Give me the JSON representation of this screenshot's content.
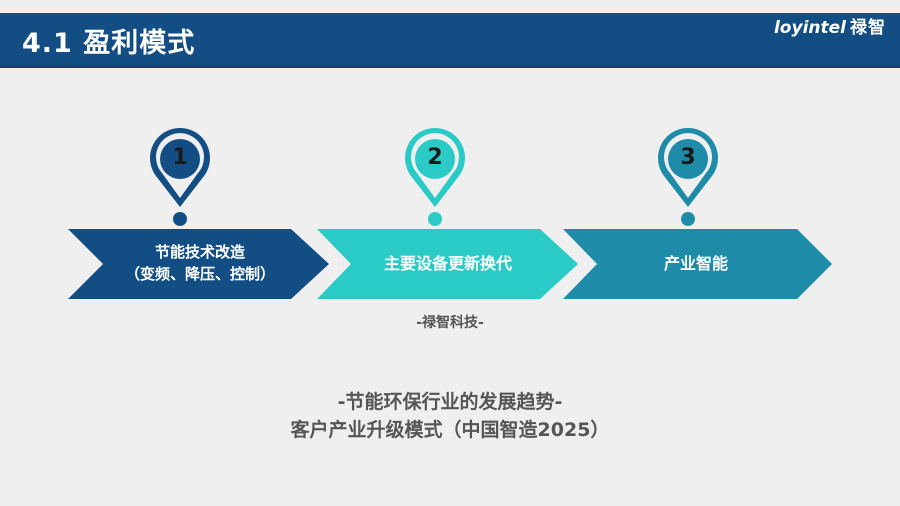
{
  "header": {
    "title": "4.1 盈利模式",
    "brand_latin": "loyintel",
    "brand_cn": "禄智"
  },
  "colors": {
    "header_bg": "#124e84",
    "step1": "#124e84",
    "step2": "#2acbc6",
    "step3": "#1e8ba8",
    "background": "#efefef",
    "caption_text": "#555555"
  },
  "steps": [
    {
      "number": "1",
      "label_line1": "节能技术改造",
      "label_line2": "（变频、降压、控制）",
      "icon": "map-pin-icon"
    },
    {
      "number": "2",
      "label_line1": "主要设备更新换代",
      "label_line2": "",
      "icon": "map-pin-icon"
    },
    {
      "number": "3",
      "label_line1": "产业智能",
      "label_line2": "",
      "icon": "map-pin-icon"
    }
  ],
  "company_caption": "-禄智科技-",
  "footer": {
    "line1": "-节能环保行业的发展趋势-",
    "line2": "客户产业升级模式（中国智造2025）"
  }
}
